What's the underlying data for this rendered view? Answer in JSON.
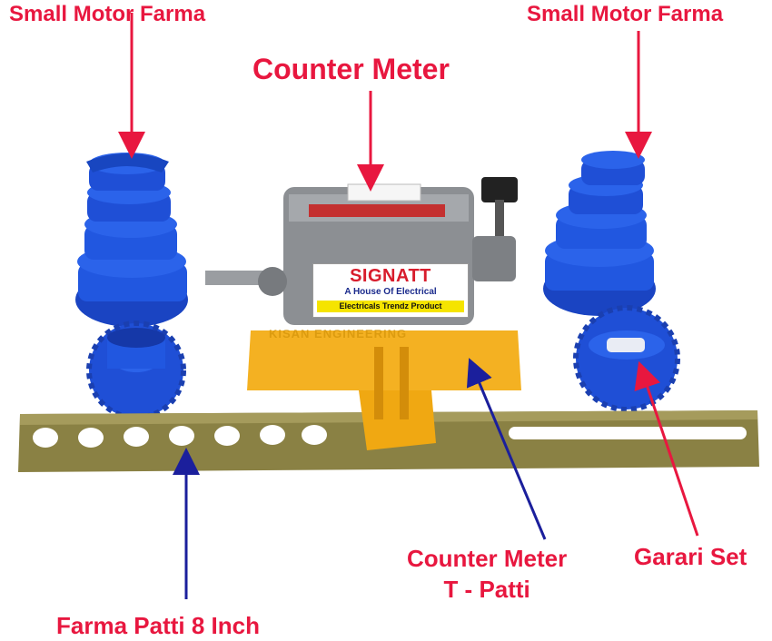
{
  "labels": {
    "top_left": "Small Motor Farma",
    "top_right": "Small Motor Farma",
    "center_top": "Counter Meter",
    "t_patti_line1": "Counter Meter",
    "t_patti_line2": "T - Patti",
    "garari": "Garari Set",
    "farma_patti": "Farma Patti 8 Inch"
  },
  "product_box": {
    "brand": "SIGNATT",
    "tagline": "A House Of Electrical",
    "strip": "Electricals Trendz Product"
  },
  "plate_text": "KISAN ENGINEERING",
  "colors": {
    "label_red": "#e8173f",
    "arrow_red": "#e8173f",
    "arrow_blue": "#1b1f9c",
    "plastic_blue": "#1f4fd6",
    "plate_yellow": "#f4b122",
    "metal": "#8c8f93",
    "bar": "#8a8144"
  }
}
